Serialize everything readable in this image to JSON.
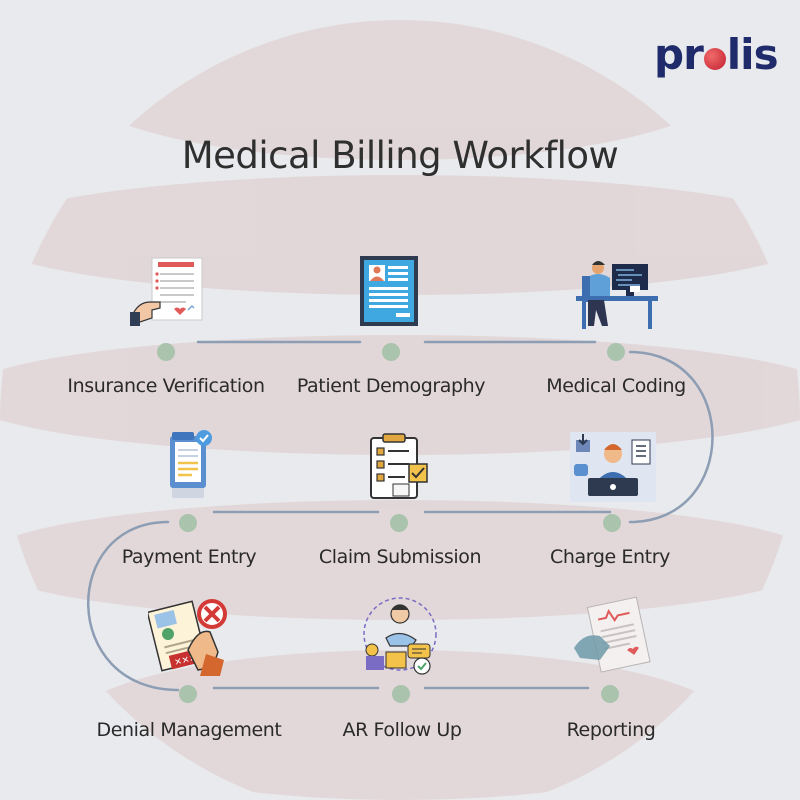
{
  "brand": {
    "logo_prefix": "pr",
    "logo_suffix": "lis"
  },
  "title": "Medical Billing Workflow",
  "steps": [
    {
      "label": "Insurance Verification",
      "icon": "insurance-form-icon"
    },
    {
      "label": "Patient Demography",
      "icon": "patient-id-card-icon"
    },
    {
      "label": "Medical Coding",
      "icon": "coder-at-computer-icon"
    },
    {
      "label": "Payment Entry",
      "icon": "payment-receipt-icon"
    },
    {
      "label": "Claim Submission",
      "icon": "clipboard-checklist-icon"
    },
    {
      "label": "Charge Entry",
      "icon": "charge-entry-workstation-icon"
    },
    {
      "label": "Denial Management",
      "icon": "denied-document-icon"
    },
    {
      "label": "AR Follow Up",
      "icon": "ar-follow-up-icon"
    },
    {
      "label": "Reporting",
      "icon": "report-document-icon"
    }
  ],
  "colors": {
    "background": "#e8eaed",
    "globe": "#e2d6d6",
    "connector": "#8c9db4",
    "node": "#a9c3ad",
    "title": "#2f2f2f",
    "brand_navy": "#1f2b6b",
    "brand_red": "#c21f2f"
  }
}
